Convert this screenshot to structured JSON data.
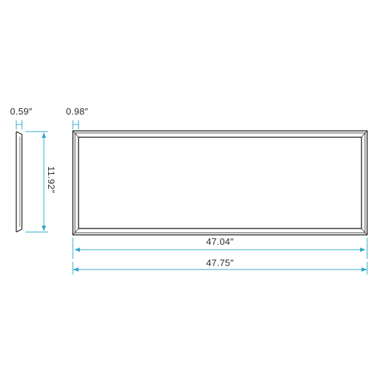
{
  "dimensions": {
    "side_thickness": "0.59″",
    "frame_width": "0.98″",
    "height": "11.92″",
    "inner_length": "47.04″",
    "outer_length": "47.75″"
  },
  "colors": {
    "dimension_line": "#2fa8cc",
    "outline": "#1a1a1a",
    "text": "#2b2b2b"
  }
}
